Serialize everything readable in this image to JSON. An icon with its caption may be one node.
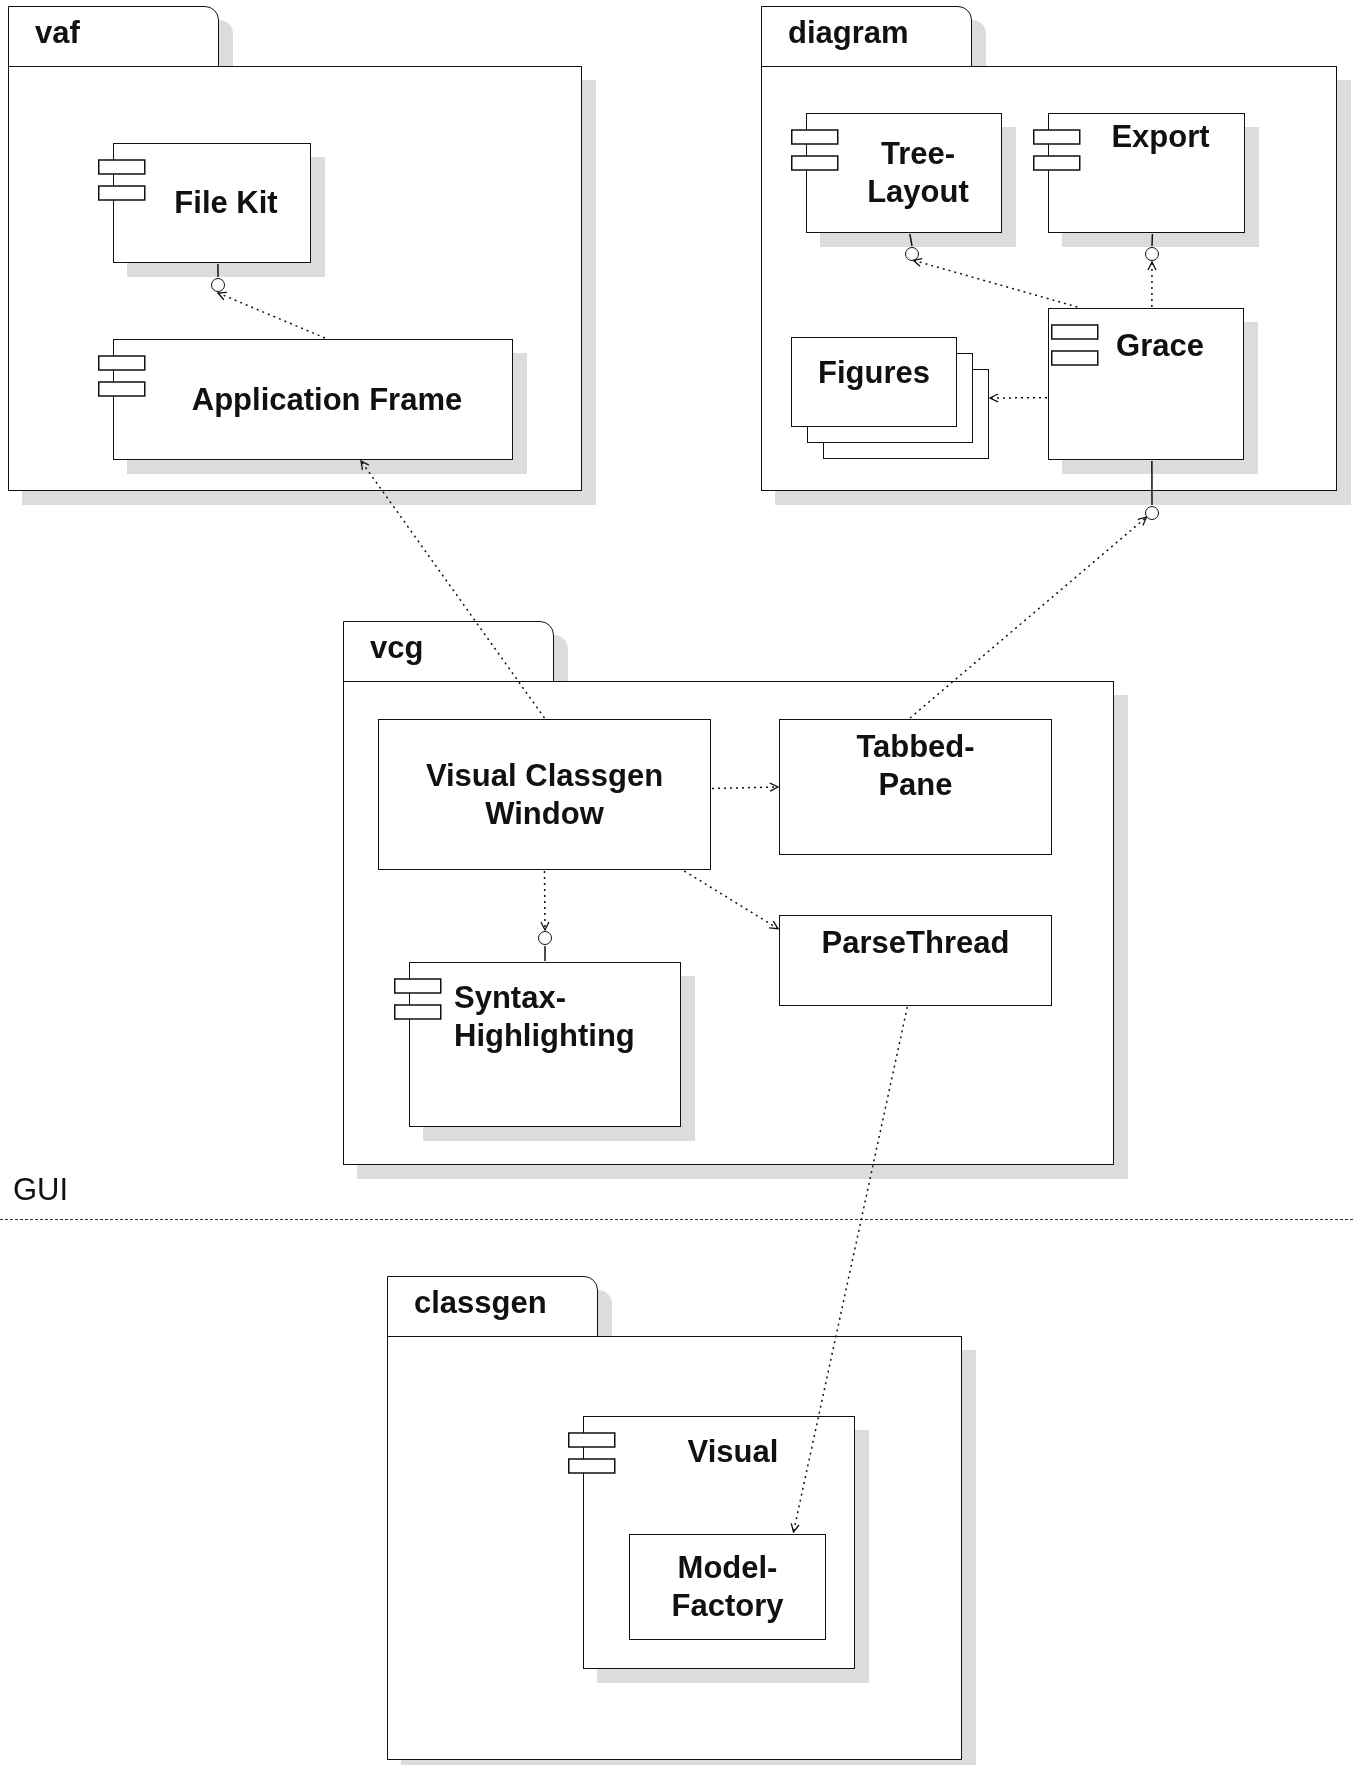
{
  "diagram": {
    "nodes": [
      {
        "text": [
          "vaf"
        ]
      },
      {
        "text": [
          "File Kit"
        ],
        "in": 0
      },
      {
        "text": [],
        "shape": "circle",
        "in": 0
      },
      {
        "text": [
          "Application Frame"
        ],
        "in": 0
      },
      {
        "text": [
          "diagram"
        ]
      },
      {
        "text": [
          "Tree-Layout"
        ],
        "in": 4
      },
      {
        "text": [
          "Export"
        ],
        "in": 4
      },
      {
        "text": [],
        "shape": "circle",
        "in": 4
      },
      {
        "text": [],
        "shape": "circle",
        "in": 4
      },
      {
        "text": [
          "Figures"
        ],
        "in": 4
      },
      {
        "text": [
          "Grace"
        ],
        "in": 4
      },
      {
        "text": [],
        "shape": "circle"
      },
      {
        "text": [
          "vcg"
        ]
      },
      {
        "text": [
          "Visual Classgen Window"
        ],
        "in": 12
      },
      {
        "text": [
          "Tabbed-Pane"
        ],
        "in": 12
      },
      {
        "text": [],
        "shape": "circle",
        "in": 12
      },
      {
        "text": [
          "ParseThread"
        ],
        "in": 12
      },
      {
        "text": [
          "Syntax-Highlighting"
        ],
        "in": 12
      },
      {
        "text": [
          "classgen"
        ]
      },
      {
        "text": [
          "Visual"
        ],
        "in": 18
      },
      {
        "text": [
          "Model-Factory"
        ],
        "in": 19
      }
    ],
    "edges": [
      {
        "from": 3,
        "to": 2,
        "arrow": "to",
        "style": "dashed"
      },
      {
        "from": 2,
        "to": 1,
        "arrow": "none"
      },
      {
        "from": 10,
        "to": 7,
        "arrow": "to",
        "style": "dashed"
      },
      {
        "from": 7,
        "to": 5,
        "arrow": "none"
      },
      {
        "from": 10,
        "to": 8,
        "arrow": "to",
        "style": "dashed"
      },
      {
        "from": 8,
        "to": 6,
        "arrow": "none"
      },
      {
        "from": 10,
        "to": 9,
        "arrow": "to",
        "style": "dashed"
      },
      {
        "from": 11,
        "to": 10,
        "arrow": "none"
      },
      {
        "from": 13,
        "to": 3,
        "arrow": "to",
        "style": "dashed"
      },
      {
        "from": 14,
        "to": 11,
        "arrow": "to",
        "style": "dashed"
      },
      {
        "from": 13,
        "to": 14,
        "arrow": "to",
        "style": "dashed"
      },
      {
        "from": 13,
        "to": 15,
        "arrow": "to",
        "style": "dashed"
      },
      {
        "from": 15,
        "to": 17,
        "arrow": "none"
      },
      {
        "from": 13,
        "to": 16,
        "arrow": "to",
        "style": "dashed"
      },
      {
        "from": 16,
        "to": 20,
        "arrow": "to",
        "style": "dashed"
      }
    ],
    "labels": [
      "GUI"
    ]
  }
}
